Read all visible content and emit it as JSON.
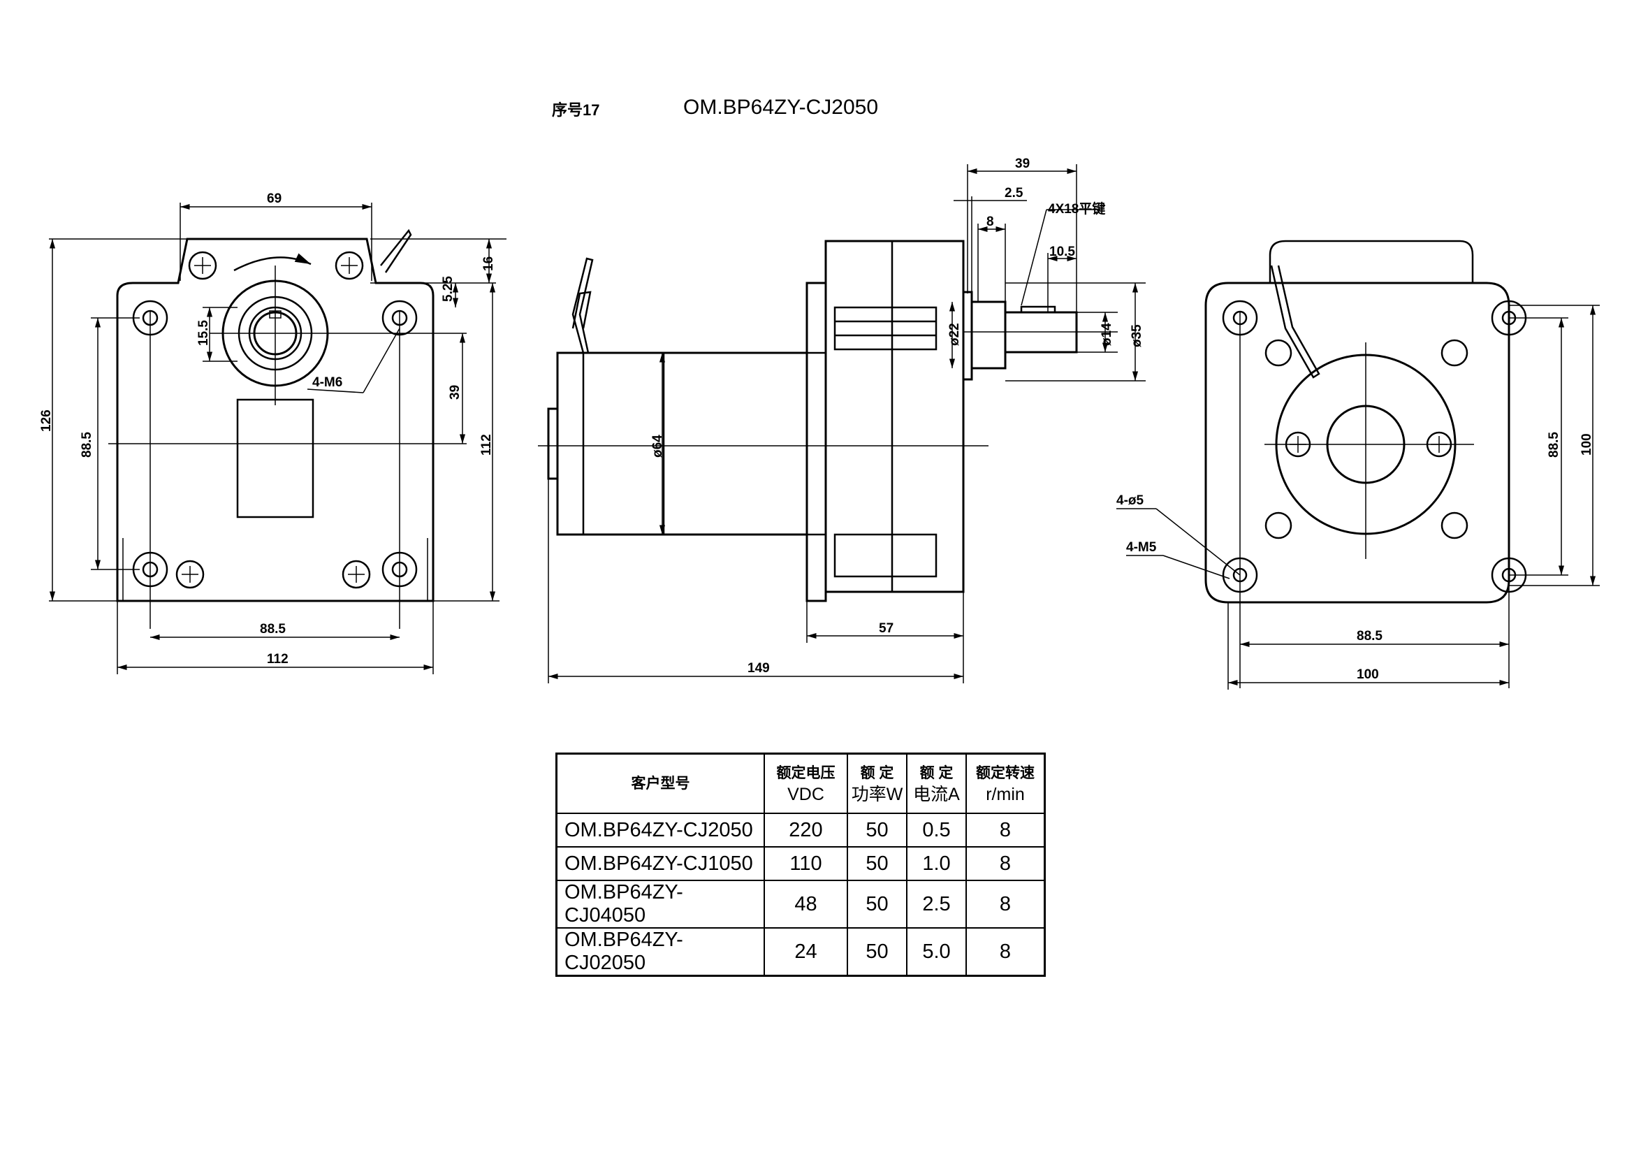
{
  "header": {
    "serial": "序号17",
    "model": "OM.BP64ZY-CJ2050"
  },
  "dimensions": {
    "front": {
      "d69": "69",
      "d16": "16",
      "d5_25": "5.25",
      "d15_5": "15.5",
      "d4m6": "4-M6",
      "d126": "126",
      "d88_5v": "88.5",
      "d39": "39",
      "d112v": "112",
      "d88_5h": "88.5",
      "d112h": "112"
    },
    "side": {
      "d39": "39",
      "d2_5": "2.5",
      "d8": "8",
      "key": "4X18平键",
      "d10_5": "10.5",
      "phi22": "ø22",
      "phi14": "ø14",
      "phi35": "ø35",
      "phi64": "ø64",
      "d57": "57",
      "d149": "149"
    },
    "rear": {
      "holes": "4-ø5",
      "tapped": "4-M5",
      "d88_5v": "88.5",
      "d100v": "100",
      "d88_5h": "88.5",
      "d100h": "100"
    }
  },
  "table": {
    "headers": [
      {
        "top": "客户型号",
        "bottom": ""
      },
      {
        "top": "额定电压",
        "bottom": "VDC"
      },
      {
        "top": "额 定",
        "bottom": "功率W"
      },
      {
        "top": "额 定",
        "bottom": "电流A"
      },
      {
        "top": "额定转速",
        "bottom": "r/min"
      }
    ],
    "rows": [
      {
        "model": "OM.BP64ZY-CJ2050",
        "voltage": "220",
        "power": "50",
        "current": "0.5",
        "speed": "8"
      },
      {
        "model": "OM.BP64ZY-CJ1050",
        "voltage": "110",
        "power": "50",
        "current": "1.0",
        "speed": "8"
      },
      {
        "model": "OM.BP64ZY-CJ04050",
        "voltage": "48",
        "power": "50",
        "current": "2.5",
        "speed": "8"
      },
      {
        "model": "OM.BP64ZY-CJ02050",
        "voltage": "24",
        "power": "50",
        "current": "5.0",
        "speed": "8"
      }
    ]
  }
}
